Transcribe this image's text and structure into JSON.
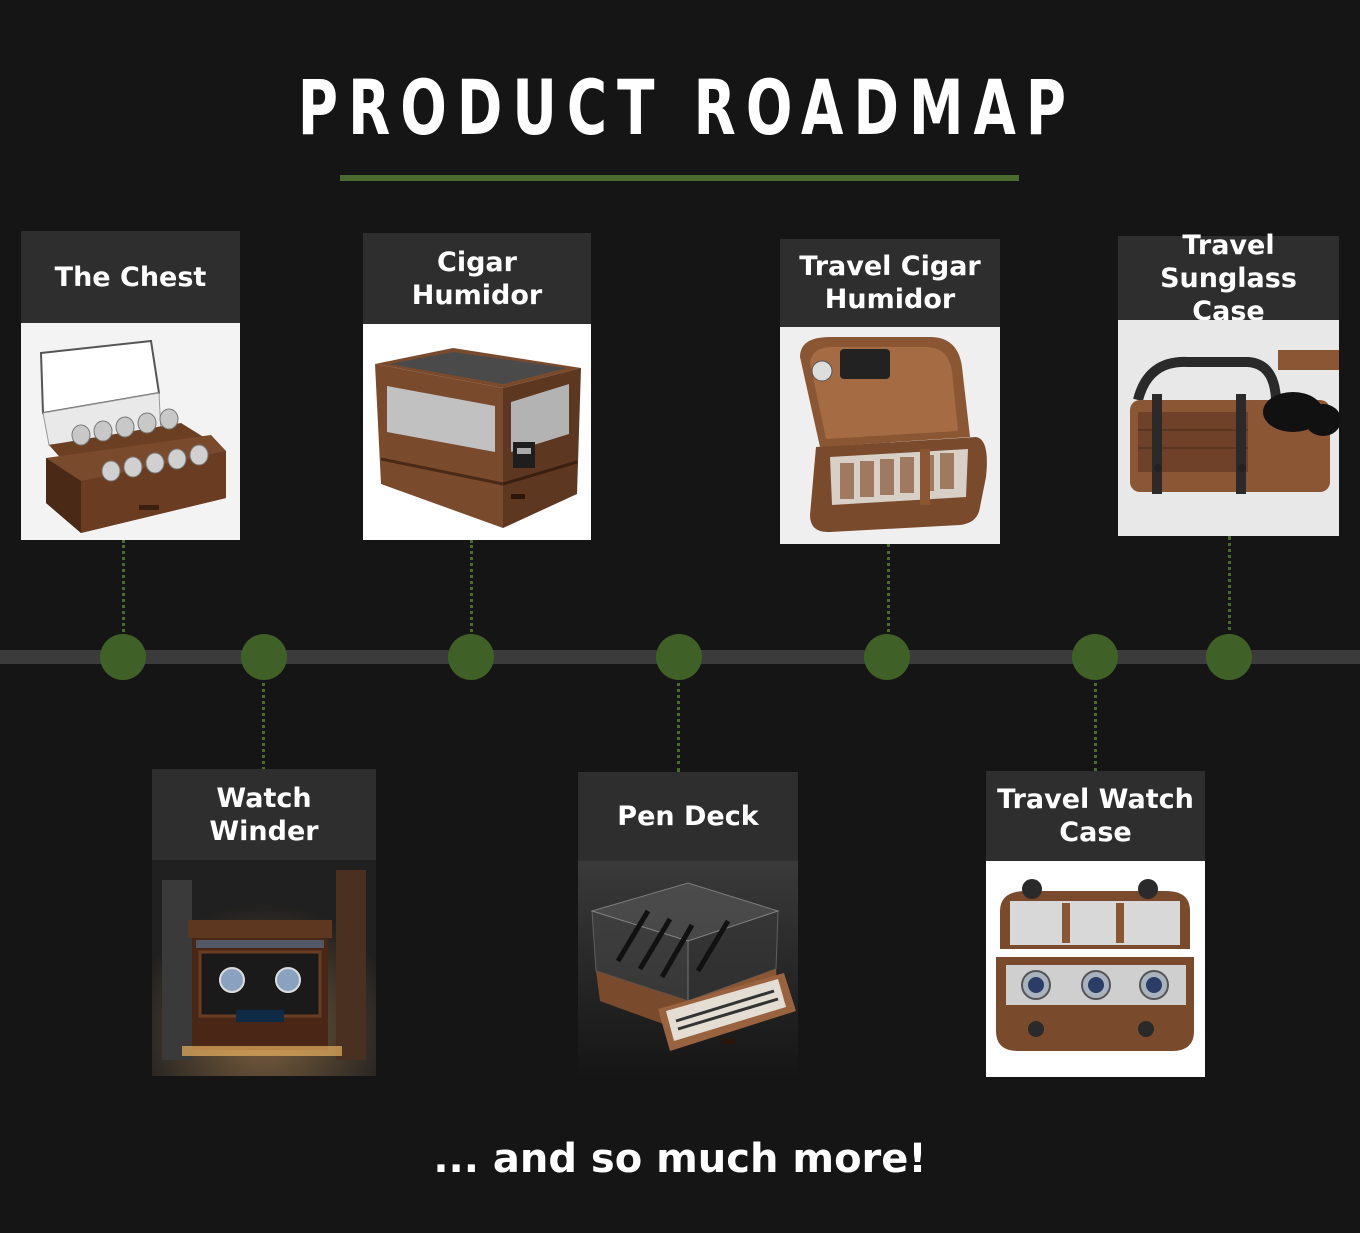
{
  "title": "PRODUCT ROADMAP",
  "footer": "... and so much more!",
  "colors": {
    "background": "#151515",
    "accent": "#4b6a2e",
    "node": "#3f6128",
    "card_header": "#2e2e2e",
    "wood": "#7a4a2c"
  },
  "products": [
    {
      "name": "The Chest",
      "icon": "coin-chest-icon",
      "position": "above"
    },
    {
      "name": "Watch Winder",
      "icon": "watch-winder-icon",
      "position": "below"
    },
    {
      "name": "Cigar Humidor",
      "icon": "cigar-humidor-icon",
      "position": "above"
    },
    {
      "name": "Pen Deck",
      "icon": "pen-deck-icon",
      "position": "below"
    },
    {
      "name": "Travel Cigar Humidor",
      "icon": "travel-cigar-case-icon",
      "position": "above"
    },
    {
      "name": "Travel Watch Case",
      "icon": "travel-watch-case-icon",
      "position": "below"
    },
    {
      "name": "Travel Sunglass Case",
      "icon": "sunglass-case-icon",
      "position": "above"
    }
  ]
}
